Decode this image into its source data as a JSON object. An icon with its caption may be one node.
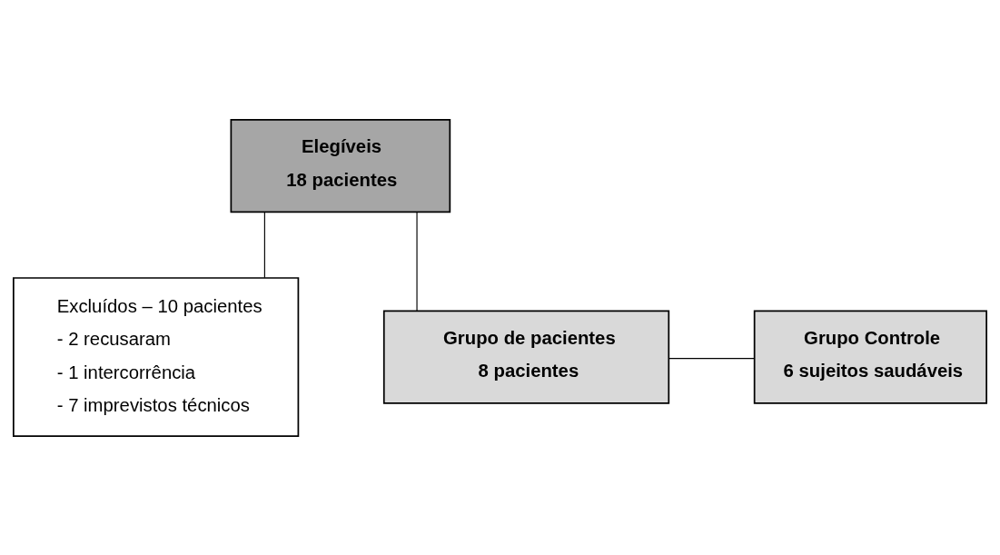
{
  "diagram": {
    "nodes": [
      {
        "text": [
          "Elegíveis",
          "18 pacientes"
        ]
      },
      {
        "text": [
          "Excluídos – 10 pacientes",
          "- 2 recusaram",
          "- 1 intercorrência",
          "- 7 imprevistos técnicos"
        ]
      },
      {
        "text": [
          "Grupo de pacientes",
          "8 pacientes"
        ]
      },
      {
        "text": [
          "Grupo Controle",
          "6 sujeitos saudáveis"
        ]
      }
    ],
    "edges": [
      {
        "from": 0,
        "to": 1,
        "arrow": "none"
      },
      {
        "from": 0,
        "to": 2,
        "arrow": "none"
      },
      {
        "from": 2,
        "to": 3,
        "arrow": "none"
      }
    ]
  }
}
